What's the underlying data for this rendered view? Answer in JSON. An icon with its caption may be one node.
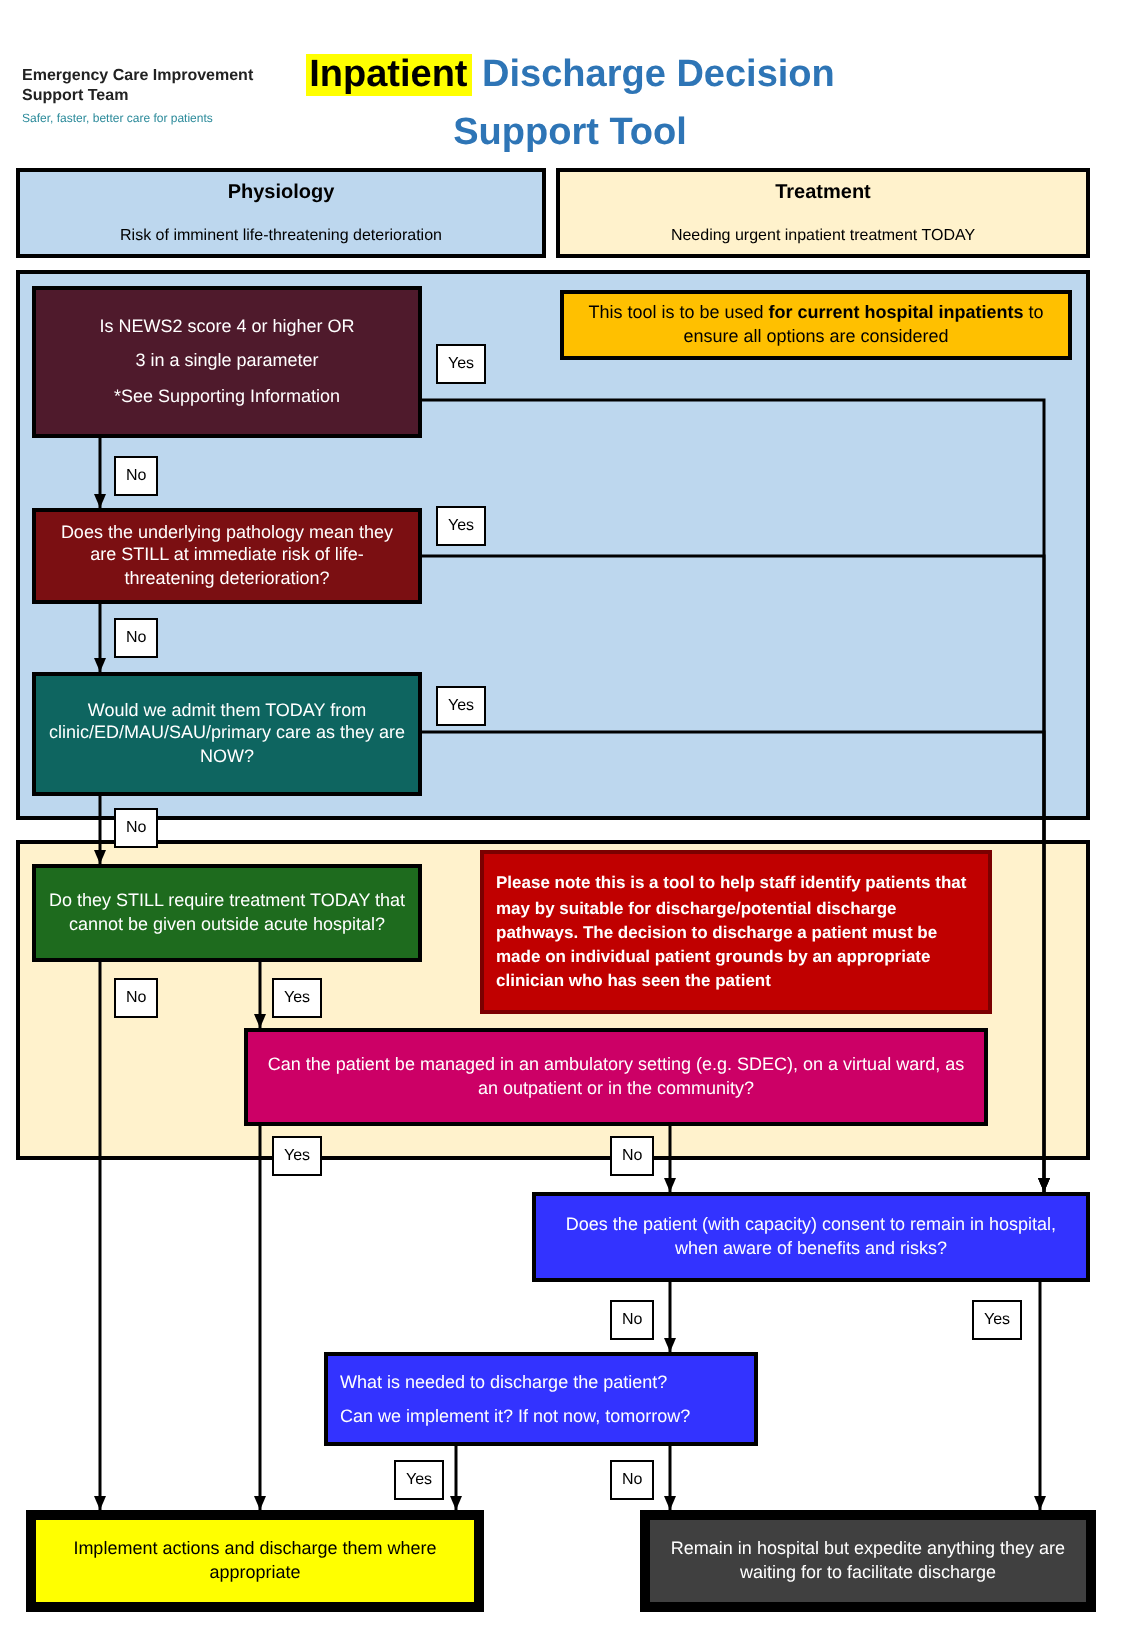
{
  "diagram": {
    "title": "Inpatient Discharge Decision Support Tool",
    "nodes": [
      {
        "text": [
          "Physiology",
          "Risk of imminent life-threatening deterioration"
        ]
      },
      {
        "text": [
          "Treatment",
          "Needing urgent inpatient treatment TODAY"
        ]
      },
      {
        "text": [],
        "shape": "box"
      },
      {
        "text": [
          "Is NEWS2  score 4 or higher  OR",
          "3 in a single parameter",
          "*See Supporting Information"
        ],
        "in": 2
      },
      {
        "text": [
          "This tool is  to be used **for current hospital inpatients** to ensure all options are considered"
        ],
        "in": 2
      },
      {
        "text": [
          "Does the underlying pathology mean they are STILL at immediate risk of life-threatening  deterioration?"
        ],
        "in": 2
      },
      {
        "text": [
          "Would we admit them TODAY from clinic/ED/MAU/SAU/primary care as they are NOW?"
        ],
        "in": 2
      },
      {
        "text": [],
        "shape": "box"
      },
      {
        "text": [
          "Please note this is a tool to help staff identify patients that may by suitable for discharge/potential discharge pathways. The decision to discharge a patient must be made on individual patient grounds by an appropriate clinician who has seen the patient"
        ],
        "in": 7
      },
      {
        "text": [
          "Do they STILL require treatment TODAY that cannot be given outside acute hospital?"
        ],
        "in": 7
      },
      {
        "text": [
          "Can the patient be managed in an ambulatory setting (e.g. SDEC), on a virtual ward, as an outpatient or in the community?"
        ],
        "in": 7
      },
      {
        "text": [
          "Does the patient (with capacity) consent to remain in hospital, when aware of benefits and risks?"
        ]
      },
      {
        "text": [
          "What is needed to discharge the patient?",
          "Can we implement it?  If not now, tomorrow?"
        ]
      },
      {
        "text": [
          "Implement actions and discharge them where appropriate"
        ]
      },
      {
        "text": [
          "Remain in hospital but expedite anything they are waiting for to facilitate discharge"
        ]
      }
    ],
    "edges": [
      {
        "from": 3,
        "to": 11,
        "arrow": "to",
        "label": "Yes"
      },
      {
        "from": 5,
        "to": 11,
        "arrow": "to",
        "label": "Yes"
      },
      {
        "from": 6,
        "to": 11,
        "arrow": "to",
        "label": "Yes"
      },
      {
        "from": 3,
        "to": 5,
        "arrow": "to",
        "label": "No"
      },
      {
        "from": 5,
        "to": 6,
        "arrow": "to",
        "label": "No"
      },
      {
        "from": 6,
        "to": 9,
        "arrow": "to",
        "label": "No"
      },
      {
        "from": 9,
        "to": 13,
        "arrow": "to",
        "label": "No"
      },
      {
        "from": 9,
        "to": 10,
        "arrow": "to",
        "label": "Yes"
      },
      {
        "from": 10,
        "to": 13,
        "arrow": "to",
        "label": "Yes"
      },
      {
        "from": 10,
        "to": 11,
        "arrow": "to",
        "label": "No"
      },
      {
        "from": 11,
        "to": 12,
        "arrow": "to",
        "label": "No"
      },
      {
        "from": 11,
        "to": 14,
        "arrow": "to",
        "label": "Yes"
      },
      {
        "from": 12,
        "to": 13,
        "arrow": "to",
        "label": "Yes"
      },
      {
        "from": 12,
        "to": 14,
        "arrow": "to",
        "label": "No"
      }
    ],
    "labels": [
      "Emergency Care Improvement Support Team",
      "Safer, faster, better care for patients"
    ]
  }
}
